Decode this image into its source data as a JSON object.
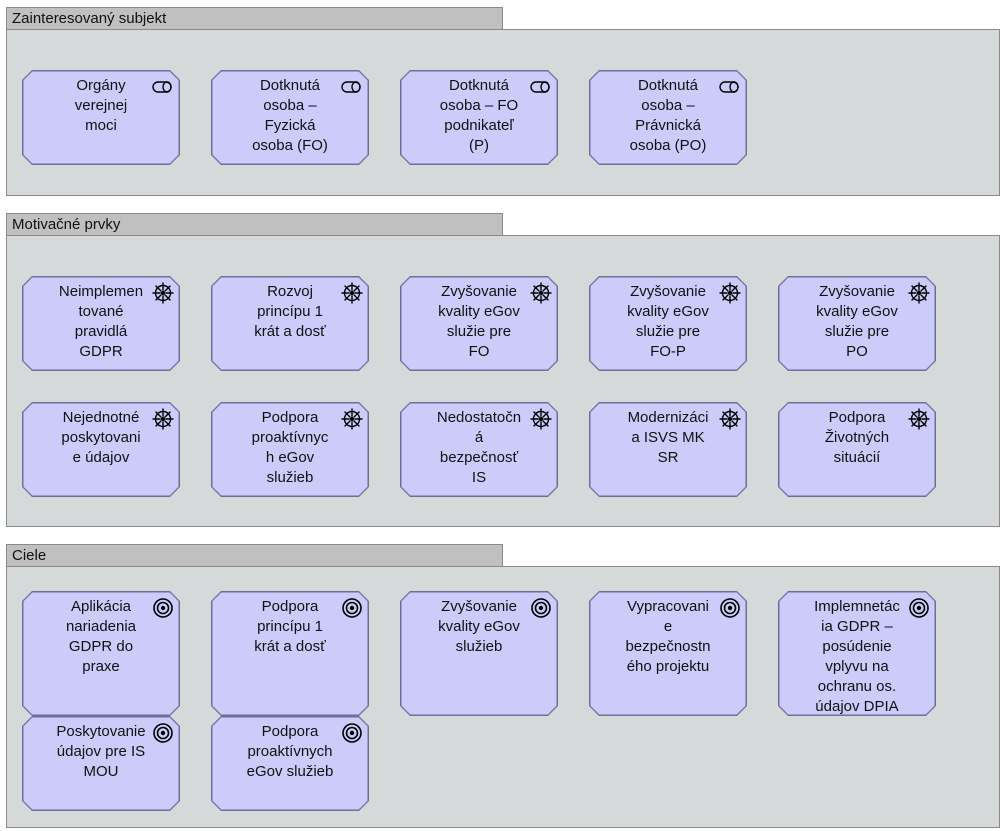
{
  "groups": [
    {
      "name": "Zainteresovaný subjekt",
      "icon": "role-icon",
      "items": [
        "Orgány\nverejnej\nmoci",
        "Dotknutá\nosoba –\nFyzická\nosoba (FO)",
        "Dotknutá\nosoba – FO\npodnikateľ\n(P)",
        "Dotknutá\nosoba –\nPrávnická\nosoba (PO)"
      ]
    },
    {
      "name": "Motivačné prvky",
      "icon": "driver-icon",
      "items": [
        "Neimplemen\ntované\npravidlá\nGDPR",
        "Rozvoj\nprincípu 1\nkrát a dosť",
        "Zvyšovanie\nkvality eGov\nslužie pre\nFO",
        "Zvyšovanie\nkvality eGov\nslužie pre\nFO-P",
        "Zvyšovanie\nkvality eGov\nslužie pre\nPO",
        "Nejednotné\nposkytovani\ne údajov",
        "Podpora\nproaktívnyc\nh eGov\nslužieb",
        "Nedostatočn\ná\nbezpečnosť\nIS",
        "Modernizáci\na ISVS MK\nSR",
        "Podpora\nŽivotných\nsituácií"
      ]
    },
    {
      "name": "Ciele",
      "icon": "goal-icon",
      "items": [
        "Aplikácia\nnariadenia\nGDPR do\npraxe",
        "Podpora\nprincípu 1\nkrát a dosť",
        "Zvyšovanie\nkvality eGov\nslužieb",
        "Vypracovani\ne\nbezpečnostn\ného projektu",
        "Implemnetác\nia GDPR –\nposúdenie\nvplyvu na\nochranu os.\núdajov DPIA",
        "Poskytovanie\núdajov pre IS\nMOU",
        "Podpora\nproaktívnych\neGov služieb"
      ]
    }
  ],
  "colors": {
    "element_fill": "#ccccfa",
    "element_border": "#6e6e9a",
    "group_fill": "#d5d9d9",
    "tab_fill": "#c0c0c0"
  }
}
